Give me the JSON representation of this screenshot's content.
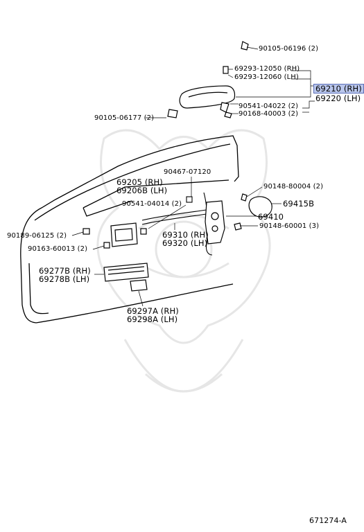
{
  "diagram_id": "671274-A",
  "accent_highlight": "#b9c6ec",
  "labels": {
    "p90105_06196": "90105-06196 (2)",
    "p69293_12050": "69293-12050 (RH)",
    "p69293_12060": "69293-12060 (LH)",
    "p69210": "69210 (RH)",
    "p69220": "69220 (LH)",
    "p90541_04022": "90541-04022 (2)",
    "p90168_40003": "90168-40003 (2)",
    "p90105_06177": "90105-06177 (2)",
    "p90467_07120": "90467-07120",
    "p69205": "69205   (RH)",
    "p69206B": "69206B (LH)",
    "p90148_80004": "90148-80004 (2)",
    "p90541_04014": "90541-04014 (2)",
    "p69415B": "69415B",
    "p69410": "69410",
    "p90148_60001": "90148-60001 (3)",
    "p90189_06125": "90189-06125 (2)",
    "p69310": "69310 (RH)",
    "p69320": "69320 (LH)",
    "p90163_60013": "90163-60013 (2)",
    "p69277B": "69277B (RH)",
    "p69278B": "69278B (LH)",
    "p69297A": "69297A (RH)",
    "p69298A": "69298A (LH)"
  }
}
